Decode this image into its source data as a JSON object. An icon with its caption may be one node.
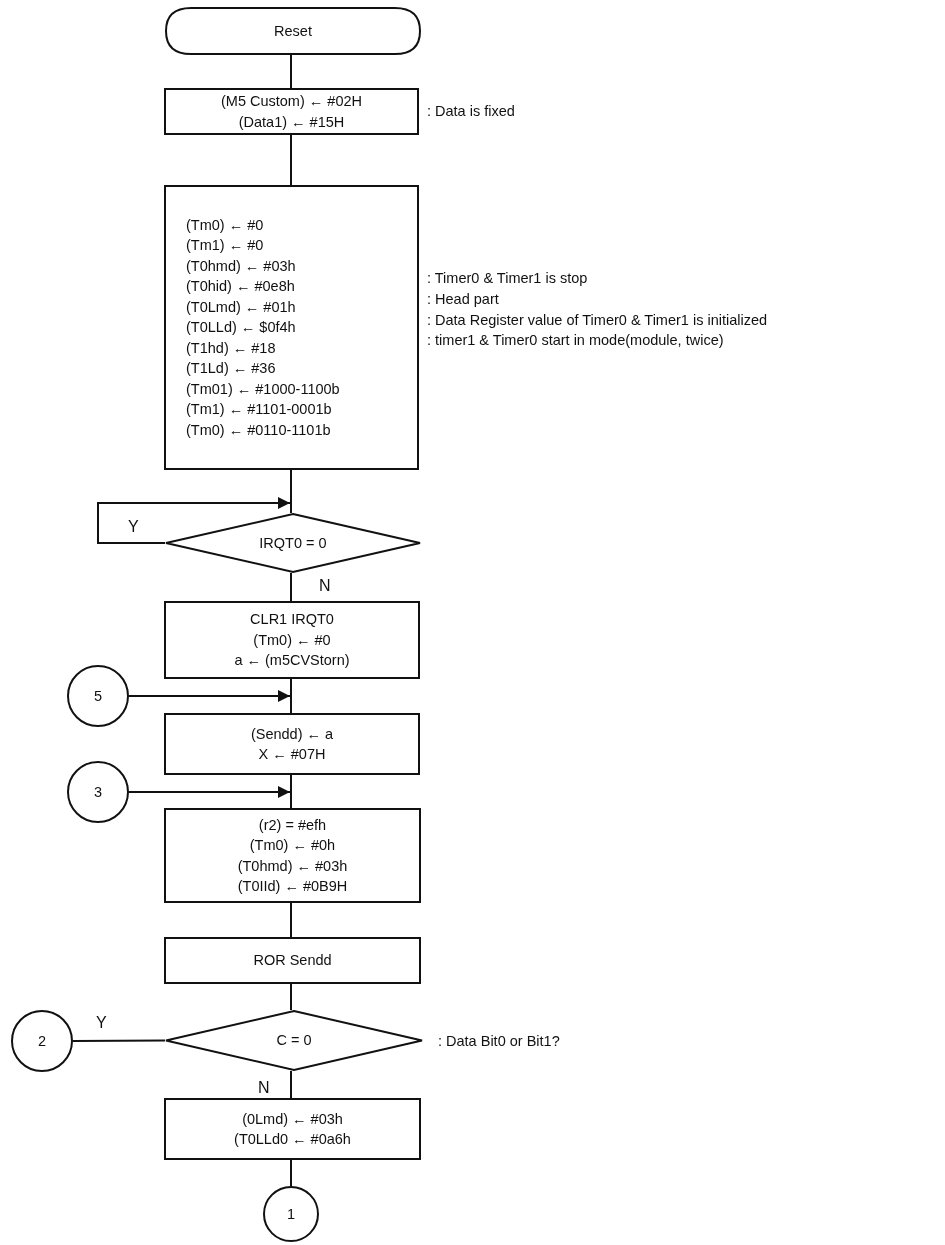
{
  "diagram": {
    "nodes": [
      {
        "text": [
          "Reset"
        ]
      },
      {
        "text": [
          "(M5 Custom) ← #02H",
          "(Data1) ← #15H"
        ],
        "beside": [
          ": Data is fixed"
        ]
      },
      {
        "text": [
          "(Tm0) ← #0",
          "(Tm1) ← #0",
          "(T0hmd) ← #03h",
          "(T0hid) ← #0e8h",
          "(T0Lmd) ← #01h",
          "(T0LLd) ← $0f4h",
          "(T1hd) ← #18",
          "(T1Ld) ← #36",
          "(Tm01) ← #1000-1100b",
          "(Tm1) ← #1101-0001b",
          "(Tm0) ← #0110-1101b"
        ],
        "beside": [
          ": Timer0 & Timer1 is stop",
          ": Head part",
          ": Data Register value of Timer0 & Timer1 is initialized",
          ": timer1 & Timer0 start in mode(module, twice)"
        ]
      },
      {
        "text": [
          "IRQT0 = 0"
        ]
      },
      {
        "text": [
          "CLR1 IRQT0",
          "(Tm0) ← #0",
          "a ← (m5CVStorn)"
        ]
      },
      {
        "text": [
          "5"
        ]
      },
      {
        "text": [
          "(Sendd) ← a",
          "X ← #07H"
        ]
      },
      {
        "text": [
          "3"
        ]
      },
      {
        "text": [
          "(r2) = #efh",
          "(Tm0) ← #0h",
          "(T0hmd) ← #03h",
          "(T0IId) ← #0B9H"
        ]
      },
      {
        "text": [
          "ROR Sendd"
        ]
      },
      {
        "text": [
          "2"
        ]
      },
      {
        "text": [
          "C = 0"
        ],
        "beside": [
          ": Data Bit0 or Bit1?"
        ]
      },
      {
        "text": [
          "(0Lmd) ← #03h",
          "(T0LLd0 ← #0a6h"
        ]
      },
      {
        "text": [
          "1"
        ]
      }
    ],
    "edges": [
      {
        "from": 0,
        "to": 1,
        "arrow": "none"
      },
      {
        "from": 1,
        "to": 2,
        "arrow": "none"
      },
      {
        "from": 2,
        "to": 3,
        "arrow": "none"
      },
      {
        "from": 3,
        "to": 3,
        "arrow": "to",
        "label": "Y"
      },
      {
        "from": 3,
        "to": 4,
        "arrow": "none",
        "label": "N"
      },
      {
        "from": 4,
        "to": 6,
        "arrow": "none"
      },
      {
        "from": 5,
        "to": 6,
        "arrow": "to"
      },
      {
        "from": 6,
        "to": 8,
        "arrow": "none"
      },
      {
        "from": 7,
        "to": 8,
        "arrow": "to"
      },
      {
        "from": 8,
        "to": 9,
        "arrow": "none"
      },
      {
        "from": 9,
        "to": 11,
        "arrow": "none"
      },
      {
        "from": 11,
        "to": 10,
        "arrow": "none",
        "label": "Y"
      },
      {
        "from": 11,
        "to": 12,
        "arrow": "none",
        "label": "N"
      },
      {
        "from": 12,
        "to": 13,
        "arrow": "none"
      }
    ]
  }
}
